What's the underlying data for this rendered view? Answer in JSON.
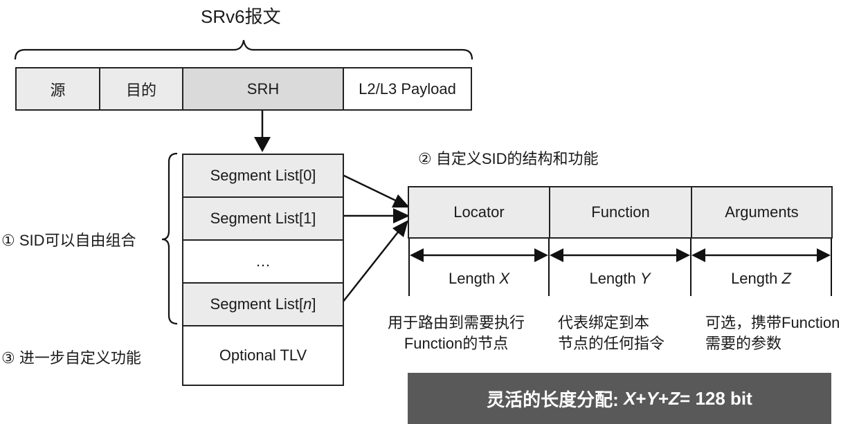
{
  "title": "SRv6报文",
  "packet": {
    "fields": [
      "源",
      "目的",
      "SRH",
      "L2/L3 Payload"
    ]
  },
  "srh": {
    "rows": [
      "Segment List[0]",
      "Segment List[1]",
      "…",
      "Segment List[",
      "Optional TLV"
    ],
    "last_index": "n",
    "last_close": "]"
  },
  "labels": {
    "combine": "① SID可以自由组合",
    "define": "② 自定义SID的结构和功能",
    "extend": "③ 进一步自定义功能"
  },
  "sid": {
    "fields": [
      "Locator",
      "Function",
      "Arguments"
    ],
    "lengths": [
      {
        "prefix": "Length ",
        "var": "X"
      },
      {
        "prefix": "Length ",
        "var": "Y"
      },
      {
        "prefix": "Length ",
        "var": "Z"
      }
    ],
    "notes": [
      [
        "用于路由到需要执行",
        "Function的节点"
      ],
      [
        "代表绑定到本",
        "节点的任何指令"
      ],
      [
        "可选，携带Function",
        "需要的参数"
      ]
    ]
  },
  "summary": {
    "prefix": "灵活的长度分配: ",
    "x": "X",
    "plus1": " + ",
    "y": "Y",
    "plus2": " + ",
    "z": "Z",
    "suffix": " = 128 bit"
  },
  "colors": {
    "field_fill": "#ebebeb",
    "highlight_fill": "#dadada",
    "summary_bg": "#595959",
    "line": "#222222"
  }
}
